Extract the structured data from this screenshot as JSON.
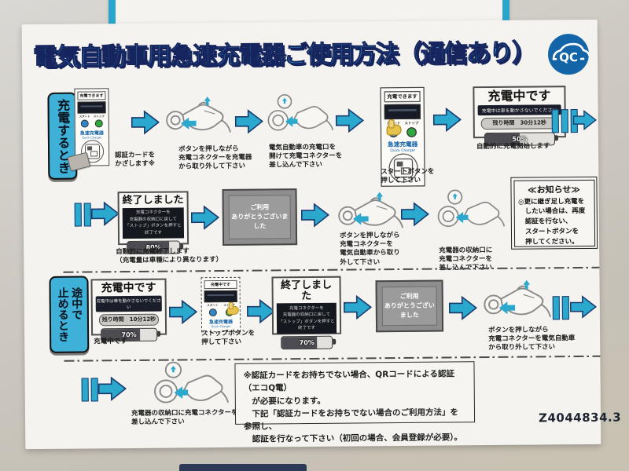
{
  "colors": {
    "accent_cyan": "#2BA8CE",
    "title_blue": "#2F9FD3",
    "title_outline": "#17255E",
    "qc_circle": "#1465A8",
    "tab_bg": "#3FB0D8",
    "start_button_blue": "#2F86C8",
    "stop_button_green": "#2FA83C"
  },
  "sign": {
    "title": "電気自動車用急速充電器ご使用方法（通信あり）",
    "qc_label": "QC",
    "code": "Z4044834.3",
    "tabs": {
      "charge": "充電するとき",
      "pause": "途中で\n止めるとき"
    },
    "charger": {
      "ready": "充電できます",
      "charging": "充電中です",
      "start": "スタート",
      "stop": "ストップ",
      "name_jp": "急速充電器",
      "name_en": "Quick Charger"
    },
    "displays": {
      "charging1": {
        "title": "充電中です",
        "warning": "充電中は車を動かさないでください",
        "remaining": "残り時間　30分12秒",
        "battery": "50%"
      },
      "charging2": {
        "title": "充電中です",
        "warning": "充電中は車を動かさないでください",
        "remaining": "残り時間　10分12秒",
        "battery": "70%"
      },
      "finished1": {
        "title": "終了しました",
        "message": "充電コネクターを\n充電器の収納口に戻して\n「ストップ」ボタンを押すと\n終了です",
        "battery": "80%"
      },
      "finished2": {
        "title": "終了しました",
        "message": "充電コネクターを\n充電器の収納口に戻して\n「ストップ」ボタンを押すと\n終了です",
        "battery": "70%"
      },
      "thanks": "ご利用\nありがとうございました"
    },
    "captions": {
      "r1s1": "認証カードを\nかざします※",
      "r1s2": "ボタンを押しながら\n充電コネクターを充電器\nから取り外して下さい",
      "r1s3": "電気自動車の充電口を\n開けて充電コネクターを\n差し込んで下さい",
      "r1s4": "スタートボタンを\n押して下さい",
      "r1s5": "自動的に充電開始します",
      "r2s1": "自動的に充電終了します\n（充電量は車種により異なります）",
      "r2s3": "ボタンを押しながら\n充電コネクターを\n電気自動車から取り\n外して下さい",
      "r2s4": "充電器の収納口に\n充電コネクターを\n差し込んで下さい",
      "r3s1": "充電中です",
      "r3s2": "ストップボタンを\n押して下さい",
      "r3s5": "ボタンを押しながら\n充電コネクターを電気自動車\nから取り外して下さい",
      "r4s1": "充電器の収納口に充電コネクターを\n差し込んで下さい"
    },
    "notice": {
      "title": "≪お知らせ≫",
      "body": "◎更に継ぎ足し充電を\n　したい場合は、再度\n　認証を行ない、\n　スタートボタンを\n　押してください。"
    },
    "notes": "※認証カードをお持ちでない場合、QRコードによる認証（エコQ電）\n　が必要になります。\n　下記「認証カードをお持ちでない場合のご利用方法」を参照し、\n　認証を行なって下さい（初回の場合、会員登録が必要）。"
  }
}
